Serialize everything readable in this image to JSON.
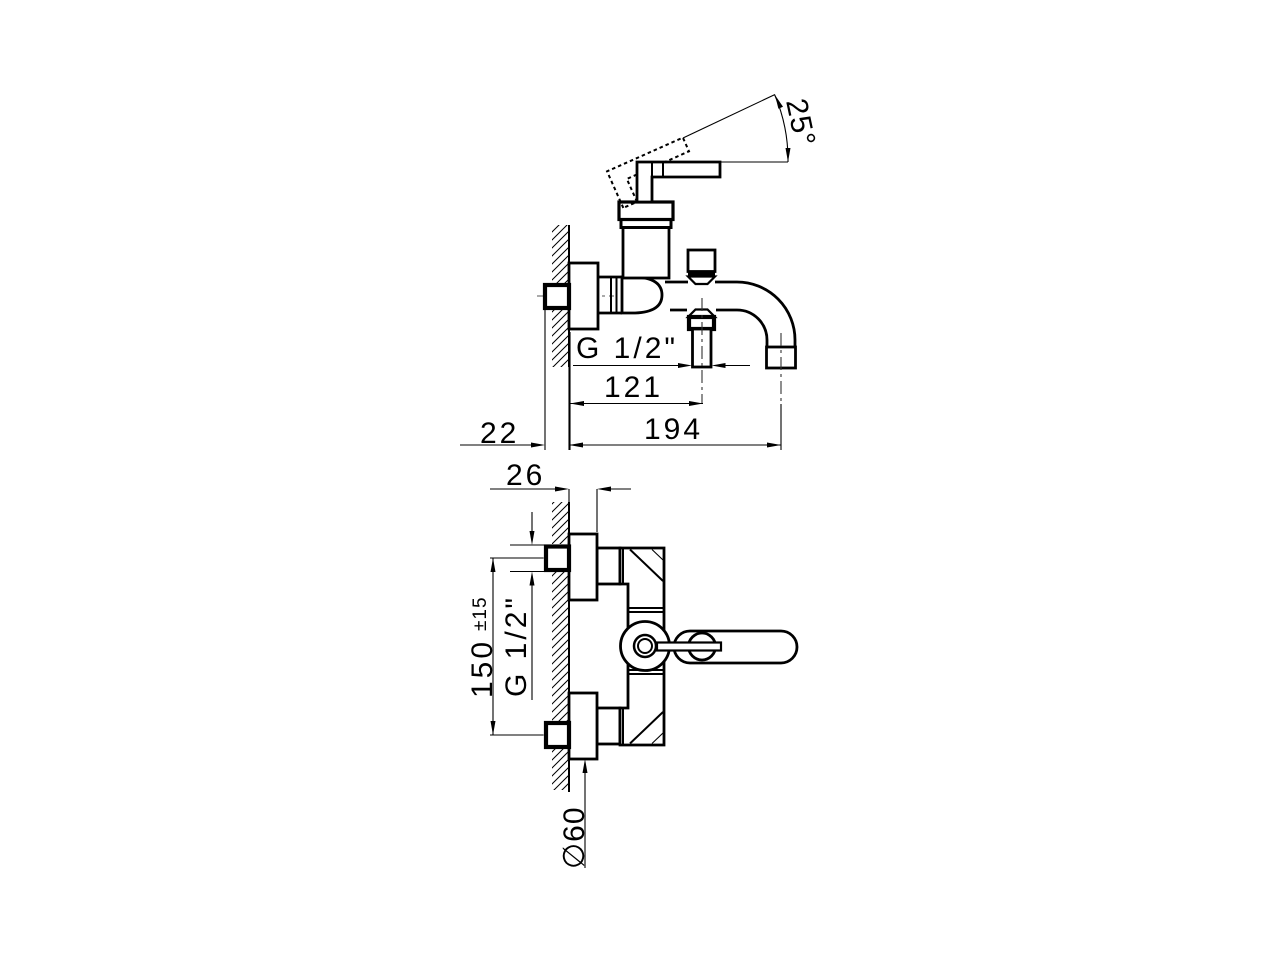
{
  "drawing": {
    "type": "technical-drawing",
    "subject": "wall-mounted bath shower mixer, two orthographic views",
    "background_color": "#ffffff",
    "line_color": "#000000",
    "dims": {
      "angle": "25°",
      "thread_side": "G 1/2\"",
      "proj_inner": "121",
      "proj_outer": "194",
      "wall_offset": "22",
      "depth": "26",
      "centers": "150",
      "centers_tol": "±15",
      "thread_front": "G 1/2\"",
      "flange_dia": "∅60"
    }
  }
}
